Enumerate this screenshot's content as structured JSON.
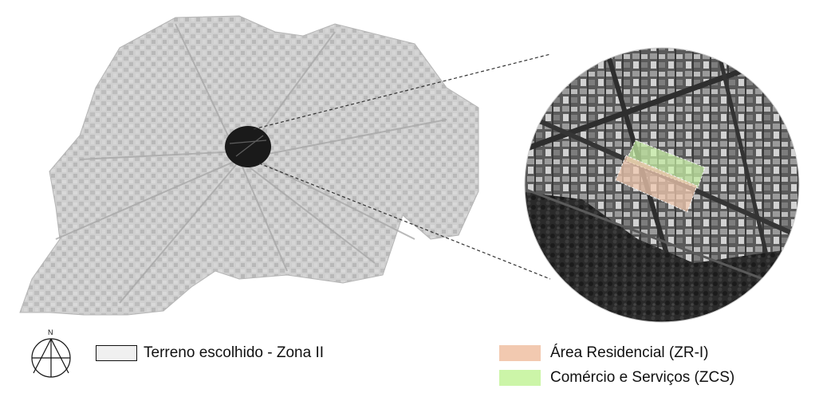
{
  "map": {
    "north_arrow": {
      "icon": "north-arrow-icon",
      "label": "N"
    },
    "legend": {
      "site": {
        "label": "Terreno escolhido - Zona II",
        "swatch_color": "#f0f0f0"
      },
      "zones": [
        {
          "label": "Área Residencial (ZR-I)",
          "color": "#f2c9b0"
        },
        {
          "label": "Comércio e Serviços (ZCS)",
          "color": "#ccf5a8"
        }
      ]
    },
    "colors": {
      "city_fill": "#c9c9c9",
      "site_marker": "#1a1a1a",
      "leader_line": "#333333"
    }
  }
}
